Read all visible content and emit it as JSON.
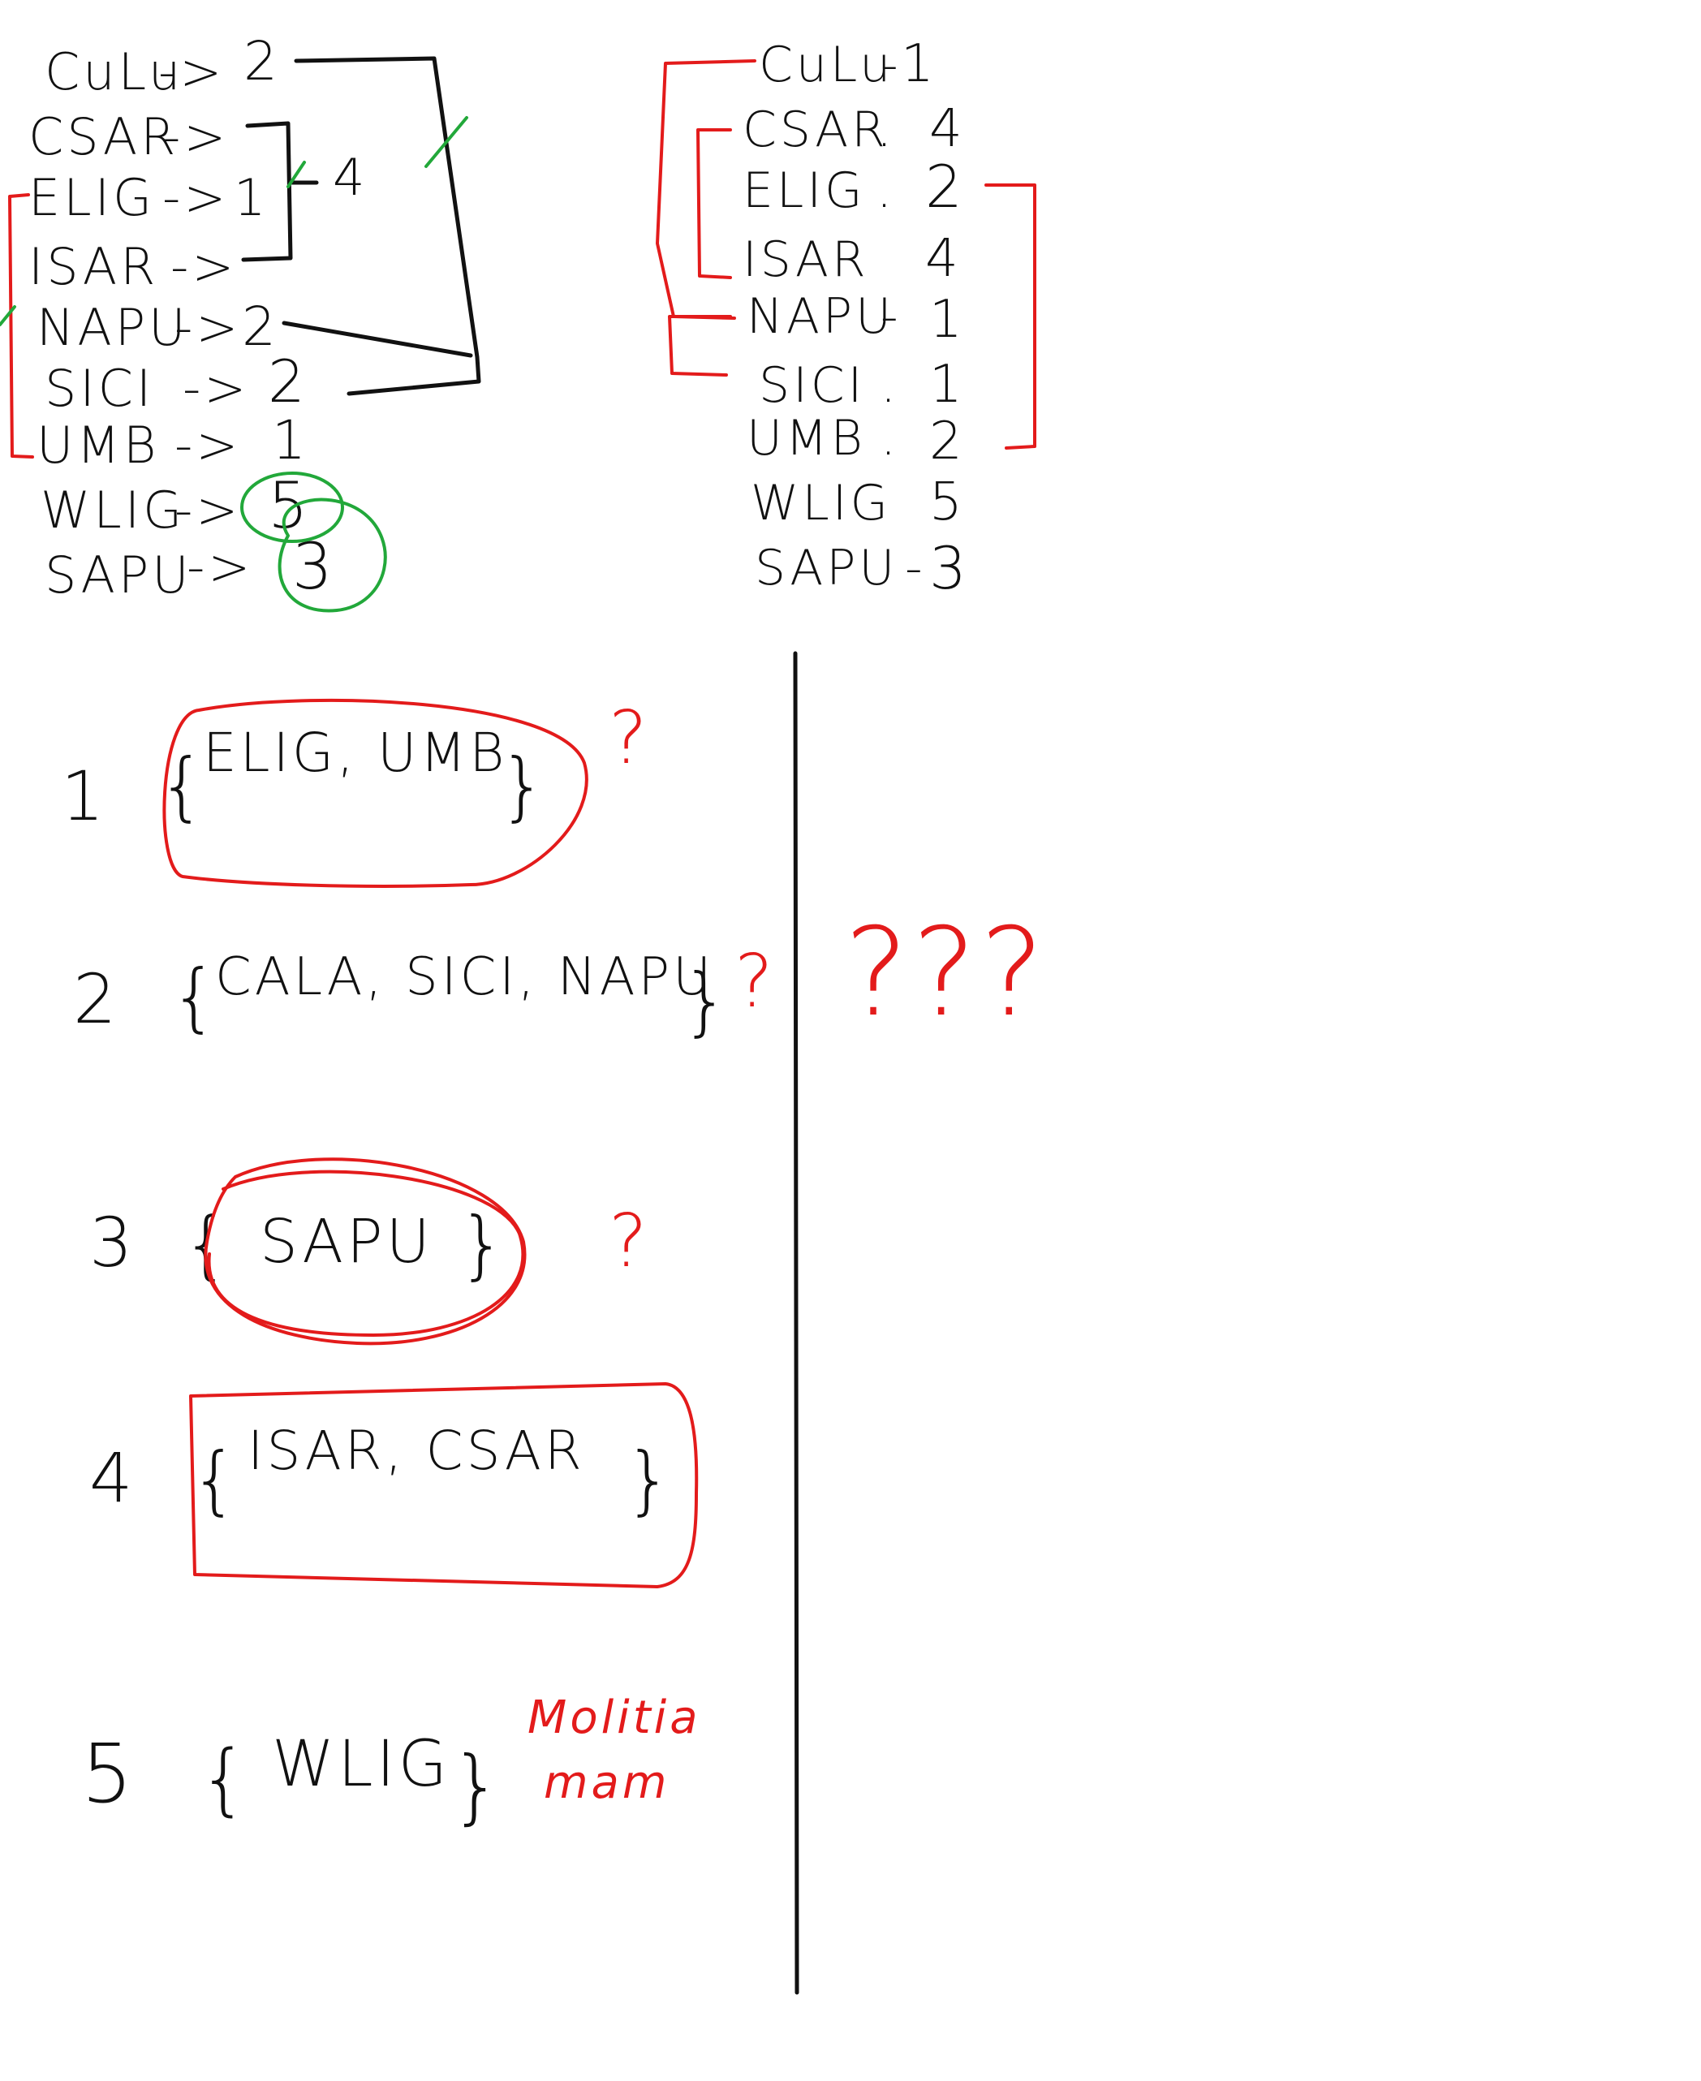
{
  "left_list": [
    {
      "name": "CuLu",
      "arrow": "->",
      "value": "2"
    },
    {
      "name": "CSAR",
      "arrow": "->",
      "value": ""
    },
    {
      "name": "ELIG",
      "arrow": "->",
      "value": "1"
    },
    {
      "name": "ISAR",
      "arrow": "->",
      "value": ""
    },
    {
      "name": "NAPU",
      "arrow": "->",
      "value": "2"
    },
    {
      "name": "SICI",
      "arrow": "->",
      "value": "2"
    },
    {
      "name": "UMB",
      "arrow": "->",
      "value": "1"
    },
    {
      "name": "WLIG",
      "arrow": "->",
      "value": "5"
    },
    {
      "name": "SAPU",
      "arrow": "->",
      "value": "3"
    }
  ],
  "left_bracket_value": "4",
  "right_list": [
    {
      "name": "CuLu",
      "sep": "-",
      "value": "1"
    },
    {
      "name": "CSAR",
      "sep": ".",
      "value": "4"
    },
    {
      "name": "ELIG",
      "sep": ".",
      "value": "2"
    },
    {
      "name": "ISAR",
      "sep": "",
      "value": "4"
    },
    {
      "name": "NAPU",
      "sep": "-",
      "value": "1"
    },
    {
      "name": "SICI",
      "sep": ".",
      "value": "1"
    },
    {
      "name": "UMB",
      "sep": ".",
      "value": "2"
    },
    {
      "name": "WLIG",
      "sep": "",
      "value": "5"
    },
    {
      "name": "SAPU",
      "sep": "-",
      "value": "3"
    }
  ],
  "groups": [
    {
      "number": "1",
      "members": "ELIG, UMB"
    },
    {
      "number": "2",
      "members": "CALA, SICI, NAPU"
    },
    {
      "number": "3",
      "members": "SAPU"
    },
    {
      "number": "4",
      "members": "ISAR, CSAR"
    },
    {
      "number": "5",
      "members": "WLIG"
    }
  ],
  "question_mark": "?",
  "triple_question": "???",
  "annotation": {
    "line1": "Molitia",
    "line2": "mam"
  },
  "colors": {
    "ink": "#111111",
    "red": "#e31b1b",
    "green": "#22a83a",
    "background": "#ffffff"
  }
}
